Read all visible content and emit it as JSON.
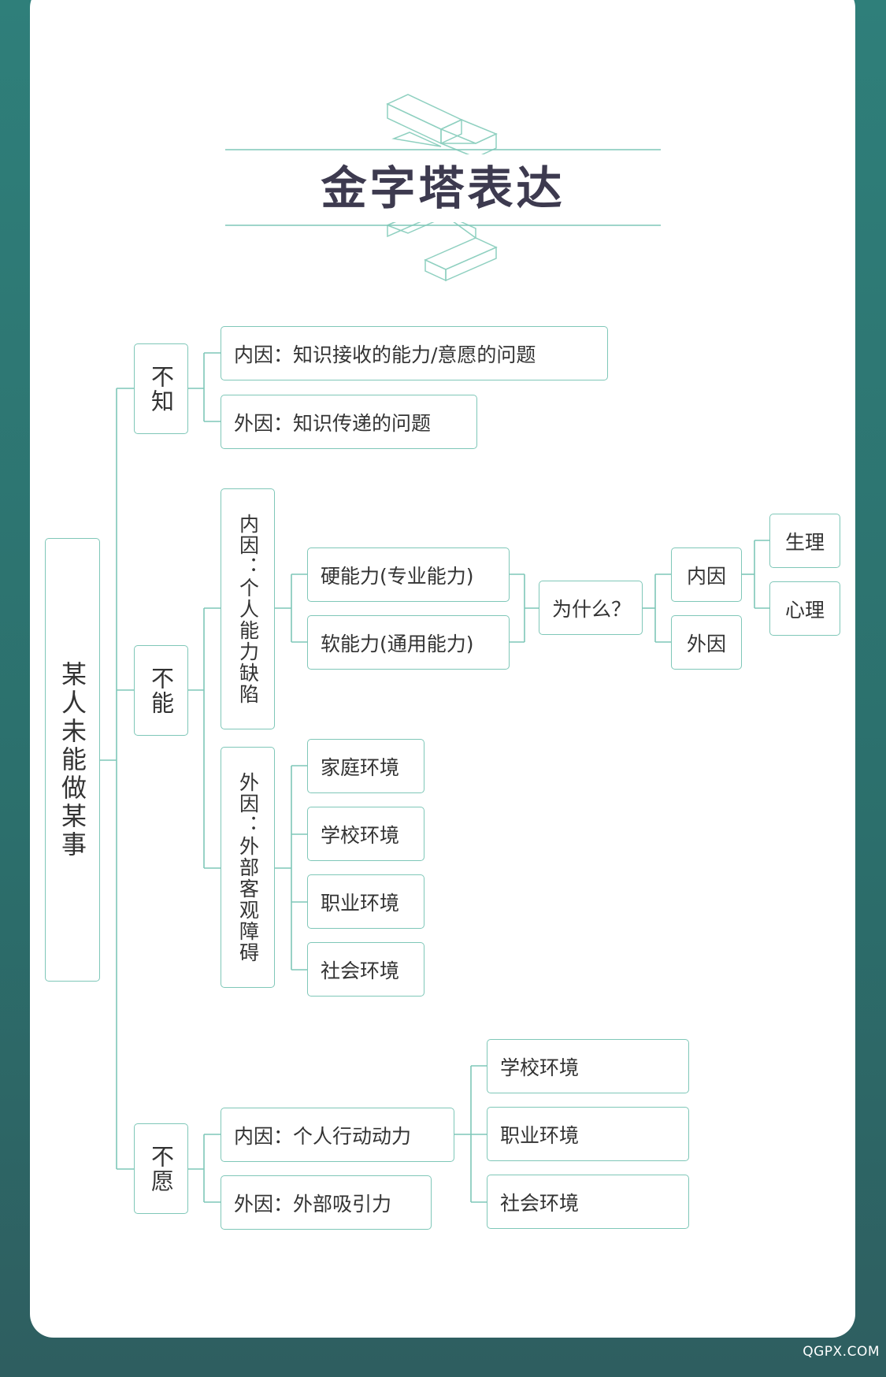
{
  "title": "金字塔表达",
  "watermark": "QGPX.COM",
  "root": "某人未能做某事",
  "branches": {
    "buzhi": {
      "label": "不知",
      "inner": "内因：知识接收的能力/意愿的问题",
      "outer": "外因：知识传递的问题"
    },
    "buneng": {
      "label": "不能",
      "inner": "内因：个人能力缺陷",
      "hard": "硬能力(专业能力)",
      "soft": "软能力(通用能力)",
      "why": "为什么？",
      "why_inner": "内因",
      "why_outer": "外因",
      "physio": "生理",
      "psycho": "心理",
      "outer": "外因：外部客观障碍",
      "env": [
        "家庭环境",
        "学校环境",
        "职业环境",
        "社会环境"
      ]
    },
    "buyuan": {
      "label": "不愿",
      "inner": "内因：个人行动动力",
      "outer": "外因：外部吸引力",
      "env": [
        "学校环境",
        "职业环境",
        "社会环境"
      ]
    }
  }
}
